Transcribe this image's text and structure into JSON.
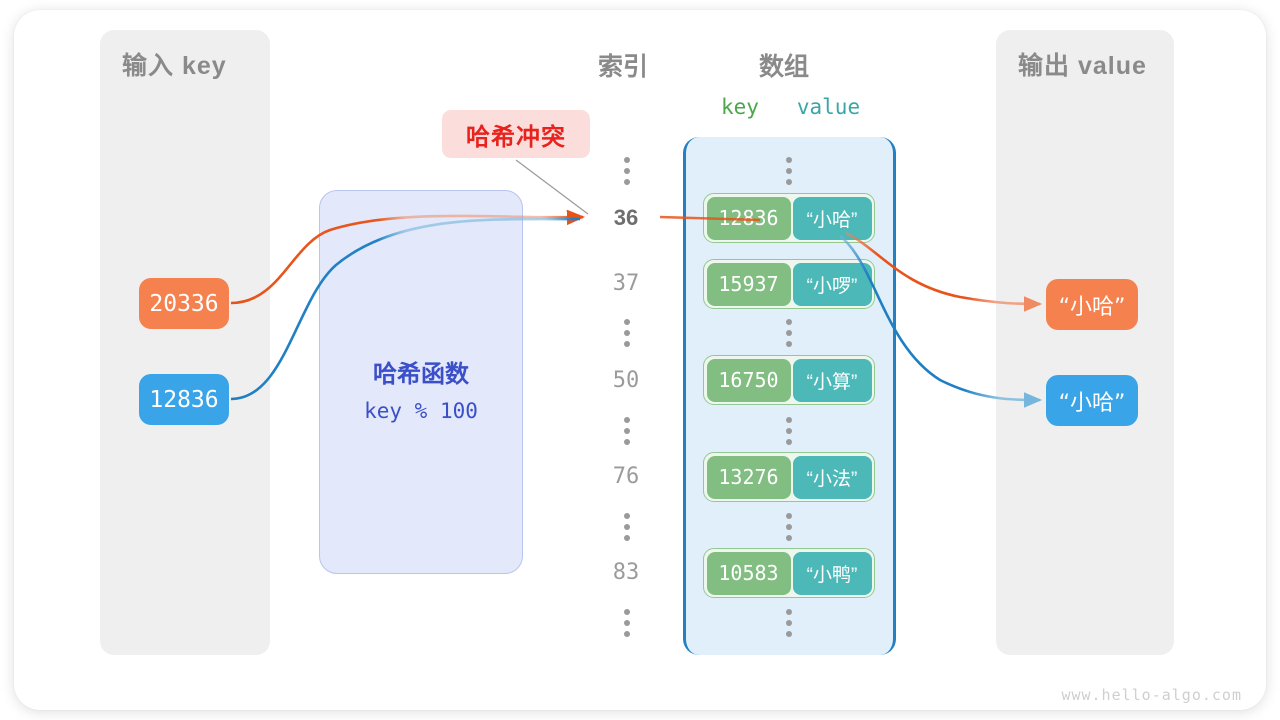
{
  "watermark": "www.hello-algo.com",
  "panels": {
    "input": {
      "title": "输入 key"
    },
    "output": {
      "title": "输出 value"
    }
  },
  "columns": {
    "index_title": "索引",
    "array_title": "数组",
    "key_label": "key",
    "value_label": "value"
  },
  "hash_function": {
    "title": "哈希函数",
    "formula": "key % 100"
  },
  "collision_badge": {
    "label": "哈希冲突"
  },
  "input_keys": [
    {
      "label": "20336",
      "color": "#f4814e"
    },
    {
      "label": "12836",
      "color": "#39a5e8"
    }
  ],
  "output_values": [
    {
      "label": "“小哈”",
      "color": "#f4814e"
    },
    {
      "label": "“小哈”",
      "color": "#39a5e8"
    }
  ],
  "array_rows": [
    {
      "kind": "dots"
    },
    {
      "kind": "entry",
      "index": "36",
      "highlight": true,
      "key": "12836",
      "value": "“小哈”"
    },
    {
      "kind": "entry",
      "index": "37",
      "highlight": false,
      "key": "15937",
      "value": "“小啰”"
    },
    {
      "kind": "dots"
    },
    {
      "kind": "entry",
      "index": "50",
      "highlight": false,
      "key": "16750",
      "value": "“小算”"
    },
    {
      "kind": "dots"
    },
    {
      "kind": "entry",
      "index": "76",
      "highlight": false,
      "key": "13276",
      "value": "“小法”"
    },
    {
      "kind": "dots"
    },
    {
      "kind": "entry",
      "index": "83",
      "highlight": false,
      "key": "10583",
      "value": "“小鸭”"
    },
    {
      "kind": "dots"
    }
  ],
  "colors": {
    "orange": "#e8531a",
    "blue": "#1f7fc4",
    "array_border": "#2580c3",
    "collision_text": "#e8231e",
    "hash_text": "#3b50c8"
  }
}
